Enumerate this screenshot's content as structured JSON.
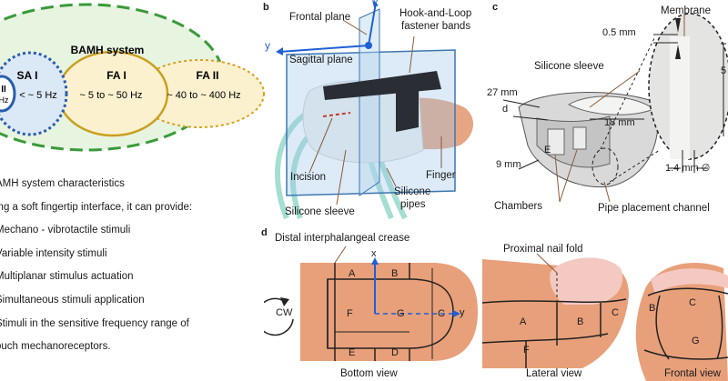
{
  "panel_labels": {
    "b": "b",
    "c": "c",
    "d": "d"
  },
  "panel_a": {
    "system_title": "BAMH system",
    "sa1": "SA I",
    "sa2_top": "II",
    "sa2_bottom": "Hz",
    "sa1_range": "< ~ 5 Hz",
    "fa1": "FA I",
    "fa1_range": "~ 5 to ~ 50 Hz",
    "fa2": "FA II",
    "fa2_range": "~ 40 to ~ 400 Hz",
    "characteristics_title": "AMH system characteristics",
    "characteristics_intro": "ing a soft fingertip interface, it can provide:",
    "items": [
      "Mechano - vibrotactile stimuli",
      "Variable intensity stimuli",
      "Multiplanar stimulus actuation",
      "Simultaneous stimuli application",
      "Stimuli in the sensitive frequency range of",
      "ouch mechanoreceptors."
    ]
  },
  "panel_b": {
    "frontal_plane": "Frontal plane",
    "sagittal_plane": "Sagittal plane",
    "hook_loop": "Hook-and-Loop",
    "fastener_bands": "fastener bands",
    "axis_x": "x",
    "axis_y": "y",
    "incision": "Incision",
    "finger": "Finger",
    "silicone_sleeve": "Silicone sleeve",
    "silicone_pipes_1": "Silicone",
    "silicone_pipes_2": "pipes"
  },
  "panel_c": {
    "membrane": "Membrane",
    "dim_05": "0.5 mm",
    "silicone_sleeve": "Silicone sleeve",
    "dim_27": "27 mm",
    "dim_d": "d",
    "dim_18": "18 mm",
    "dim_9": "9 mm",
    "dim_14": "1.4 mm ∅",
    "chambers": "Chambers",
    "pipe_channel": "Pipe placement channel",
    "letter_e": "E",
    "partial_5": "5"
  },
  "panel_d": {
    "crease": "Distal interphalangeal crease",
    "nail_fold": "Proximal nail fold",
    "cw": "CW",
    "axis_x": "x",
    "axis_y": "y",
    "bottom": {
      "A": "A",
      "B": "B",
      "C": "C",
      "D": "D",
      "E": "E",
      "F": "F",
      "G": "G"
    },
    "lateral": {
      "A": "A",
      "B": "B",
      "C": "C",
      "F": "F"
    },
    "frontal": {
      "B": "B",
      "C": "C",
      "G": "G"
    },
    "bottom_view": "Bottom view",
    "lateral_view": "Lateral view",
    "frontal_view": "Frontal view"
  },
  "colors": {
    "green": "#3a9a3a",
    "blue": "#2a5db0",
    "gold": "#c8a020",
    "orange": "#d8a020",
    "skin": "#e8a07a",
    "axis_blue": "#1f5fd8"
  }
}
